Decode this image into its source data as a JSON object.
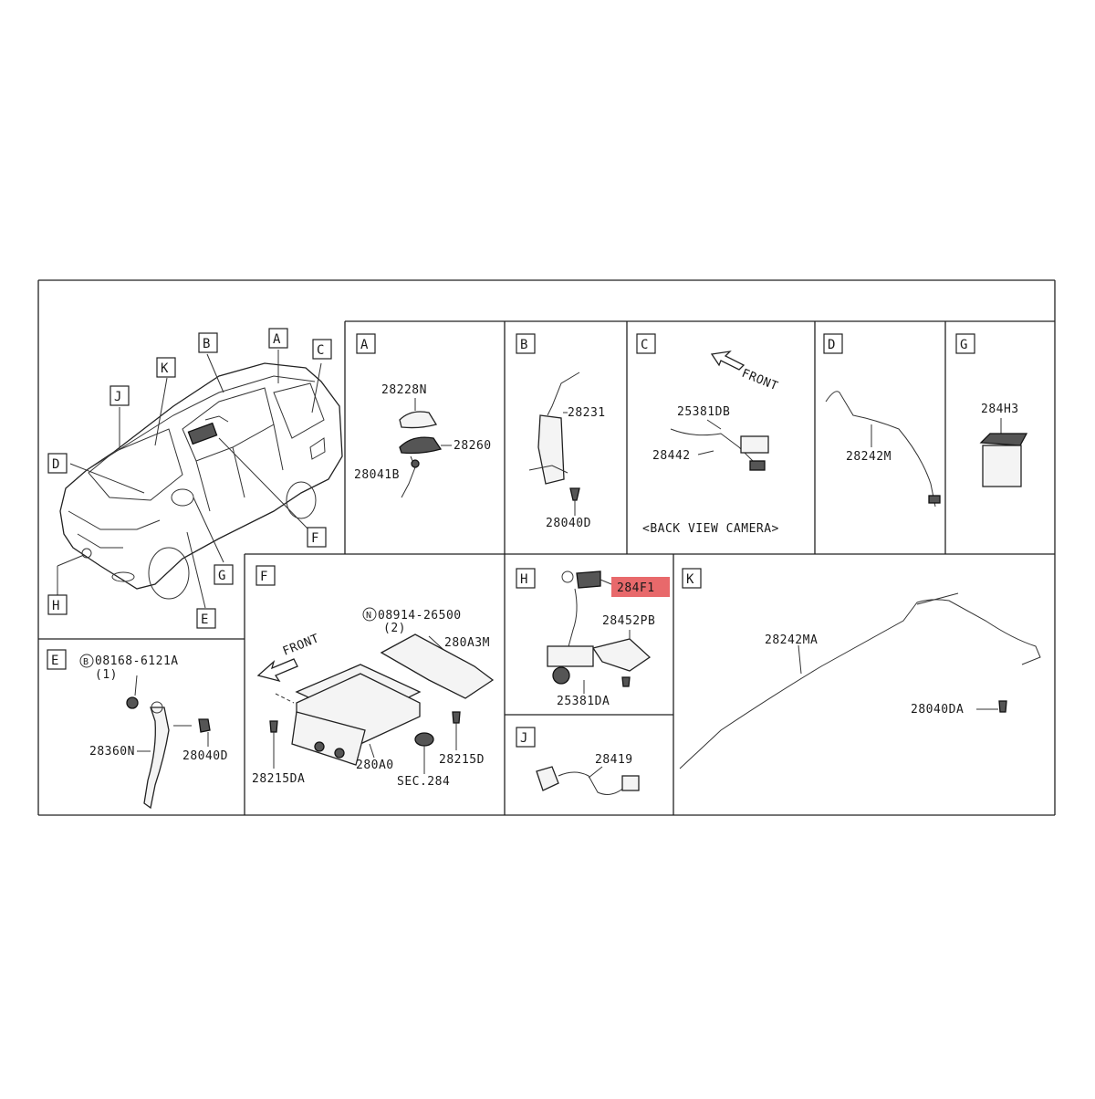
{
  "letters": {
    "A": "A",
    "B": "B",
    "C": "C",
    "D": "D",
    "E": "E",
    "F": "F",
    "G": "G",
    "H": "H",
    "J": "J",
    "K": "K"
  },
  "parts": {
    "p28228N": "28228N",
    "p28260": "28260",
    "p28041B": "28041B",
    "p28231": "28231",
    "p28040D_b": "28040D",
    "p25381DB": "25381DB",
    "p28442": "28442",
    "front_c": "FRONT",
    "back_view_camera": "<BACK VIEW CAMERA>",
    "p28242M": "28242M",
    "p284H3": "284H3",
    "p08168": "08168-6121A",
    "p08168_qty": "(1)",
    "p28360N": "28360N",
    "p28040D_e": "28040D",
    "p08914": "08914-26500",
    "p08914_qty": "(2)",
    "p280A3M": "280A3M",
    "front_f": "FRONT",
    "p28215DA": "28215DA",
    "p280A0": "280A0",
    "p28215D": "28215D",
    "sec284": "SEC.284",
    "p284F1": "284F1",
    "p28452PB": "28452PB",
    "p25381DA": "25381DA",
    "p28419": "28419",
    "p28242MA": "28242MA",
    "p28040DA": "28040DA"
  },
  "symbols": {
    "B_circle": "B",
    "N_circle": "N"
  },
  "colors": {
    "highlight": "#e8696b",
    "line": "#222222"
  }
}
